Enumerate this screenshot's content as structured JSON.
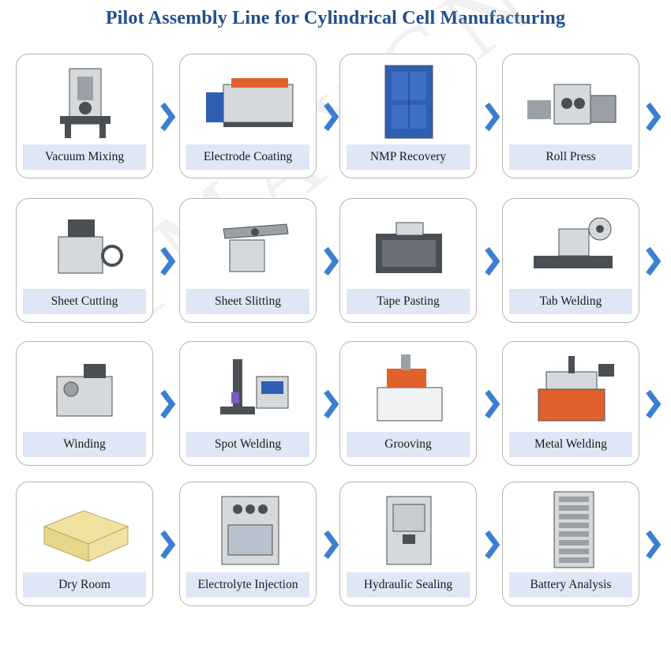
{
  "title": "Pilot Assembly Line for Cylindrical Cell Manufacturing",
  "watermark": "TMAXCN",
  "colors": {
    "title": "#1f4e8c",
    "label_bg": "#dfe7f6",
    "arrow": "#3a7fd0"
  },
  "steps": [
    {
      "label": "Vacuum Mixing",
      "icon": "vacuum-mixer-machine"
    },
    {
      "label": "Electrode Coating",
      "icon": "coating-machine"
    },
    {
      "label": "NMP Recovery",
      "icon": "nmp-recovery-cabinet"
    },
    {
      "label": "Roll Press",
      "icon": "roll-press-machine"
    },
    {
      "label": "Sheet Cutting",
      "icon": "sheet-cutting-machine"
    },
    {
      "label": "Sheet Slitting",
      "icon": "sheet-slitting-machine"
    },
    {
      "label": "Tape Pasting",
      "icon": "tape-pasting-machine"
    },
    {
      "label": "Tab Welding",
      "icon": "tab-welding-machine"
    },
    {
      "label": "Winding",
      "icon": "winding-machine"
    },
    {
      "label": "Spot Welding",
      "icon": "spot-welding-machine"
    },
    {
      "label": "Grooving",
      "icon": "grooving-machine"
    },
    {
      "label": "Metal Welding",
      "icon": "laser-welding-machine"
    },
    {
      "label": "Dry Room",
      "icon": "dry-room"
    },
    {
      "label": "Electrolyte Injection",
      "icon": "electrolyte-injection-machine"
    },
    {
      "label": "Hydraulic Sealing",
      "icon": "hydraulic-sealing-machine"
    },
    {
      "label": "Battery Analysis",
      "icon": "battery-analyzer-rack"
    }
  ]
}
